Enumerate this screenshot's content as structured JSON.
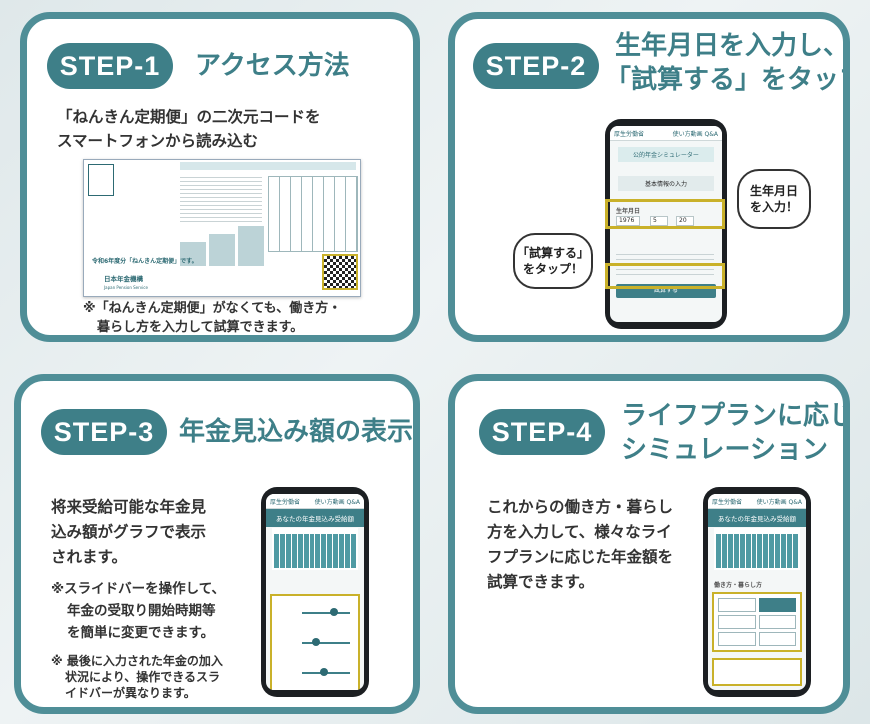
{
  "steps": [
    {
      "badge": "STEP-1",
      "title": "アクセス方法",
      "desc1": "「ねんきん定期便」の二次元コードを",
      "desc2": "スマートフォンから読み込む",
      "note1": "※「ねんきん定期便」がなくても、働き方・",
      "note2": "暮らし方を入力して試算できます。",
      "doc": {
        "seal": "日本年金機構",
        "seal_en": "Japan Pension Service",
        "notice": "令和6年度分「ねんきん定期便」です。"
      }
    },
    {
      "badge": "STEP-2",
      "title1": "生年月日を入力し、",
      "title2": "「試算する」をタップ",
      "screen": {
        "logo": "厚生労働省",
        "links": "使い方動画 Q&A",
        "head": "公的年金シミュレーター",
        "section": "基本情報の入力",
        "birth_label": "生年月日",
        "year": "1976",
        "month": "5",
        "day": "20",
        "button": "試算する"
      },
      "bubble_birth1": "生年月日",
      "bubble_birth2": "を入力！",
      "bubble_calc1": "「試算する」",
      "bubble_calc2": "をタップ！"
    },
    {
      "badge": "STEP-3",
      "title": "年金見込み額の表示",
      "desc1": "将来受給可能な年金見",
      "desc2": "込み額がグラフで表示",
      "desc3": "されます。",
      "note1": "※スライドバーを操作して、",
      "note2": "年金の受取り開始時期等",
      "note3": "を簡単に変更できます。",
      "small1": "※ 最後に入力された年金の加入",
      "small2": "状況により、操作できるスラ",
      "small3": "イドバーが異なります。",
      "screen": {
        "logo": "厚生労働省",
        "links": "使い方動画 Q&A",
        "head": "あなたの年金見込み受給額"
      }
    },
    {
      "badge": "STEP-4",
      "title1": "ライフプランに応じた",
      "title2": "シミュレーション",
      "desc1": "これからの働き方・暮らし",
      "desc2": "方を入力して、様々なライ",
      "desc3": "フプランに応じた年金額を",
      "desc4": "試算できます。",
      "screen": {
        "logo": "厚生労働省",
        "links": "使い方動画 Q&A",
        "head": "あなたの年金見込み受給額",
        "section": "働き方・暮らし方"
      }
    }
  ],
  "colors": {
    "accent": "#3e7f88",
    "border": "#4f8e97",
    "highlight": "#c9b12a"
  }
}
